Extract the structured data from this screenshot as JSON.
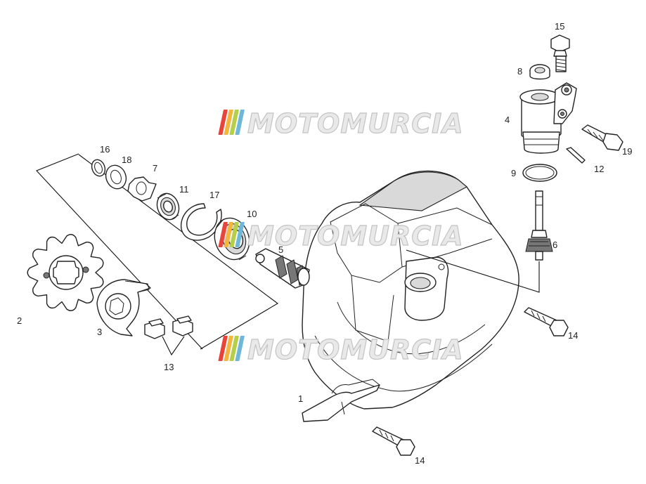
{
  "watermark": {
    "text": "MOTOMURCIA",
    "colors": [
      "#e8443a",
      "#f3b53b",
      "#b5cf49",
      "#6fb7d9"
    ]
  },
  "callouts": {
    "p1": "1",
    "p2": "2",
    "p3": "3",
    "p4": "4",
    "p5": "5",
    "p6": "6",
    "p7": "7",
    "p8": "8",
    "p9": "9",
    "p10": "10",
    "p11": "11",
    "p12": "12",
    "p13": "13",
    "p14a": "14",
    "p14b": "14",
    "p15": "15",
    "p16": "16",
    "p17": "17",
    "p18": "18",
    "p19": "19"
  }
}
